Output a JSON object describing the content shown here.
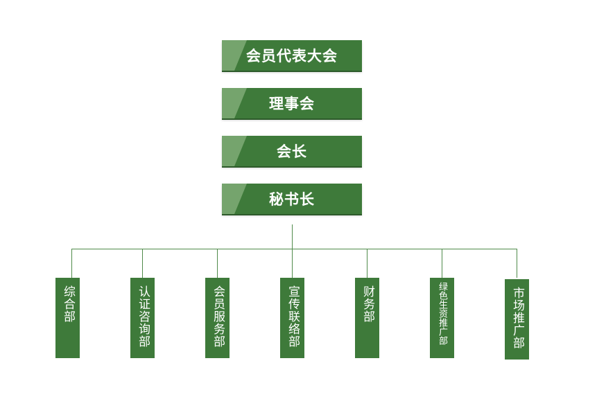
{
  "hierarchy": [
    {
      "label": "会员代表大会"
    },
    {
      "label": "理事会"
    },
    {
      "label": "会长"
    },
    {
      "label": "秘书长"
    }
  ],
  "departments": [
    {
      "label": "综合部"
    },
    {
      "label": "认证咨询部"
    },
    {
      "label": "会员服务部"
    },
    {
      "label": "宣传联络部"
    },
    {
      "label": "财务部"
    },
    {
      "label": "绿色生资推广部"
    },
    {
      "label": "市场推广部"
    }
  ],
  "colors": {
    "box_fill": "#3e7a3a",
    "box_accent": "#75a46d",
    "line": "#4f8a4a",
    "text": "#ffffff"
  }
}
